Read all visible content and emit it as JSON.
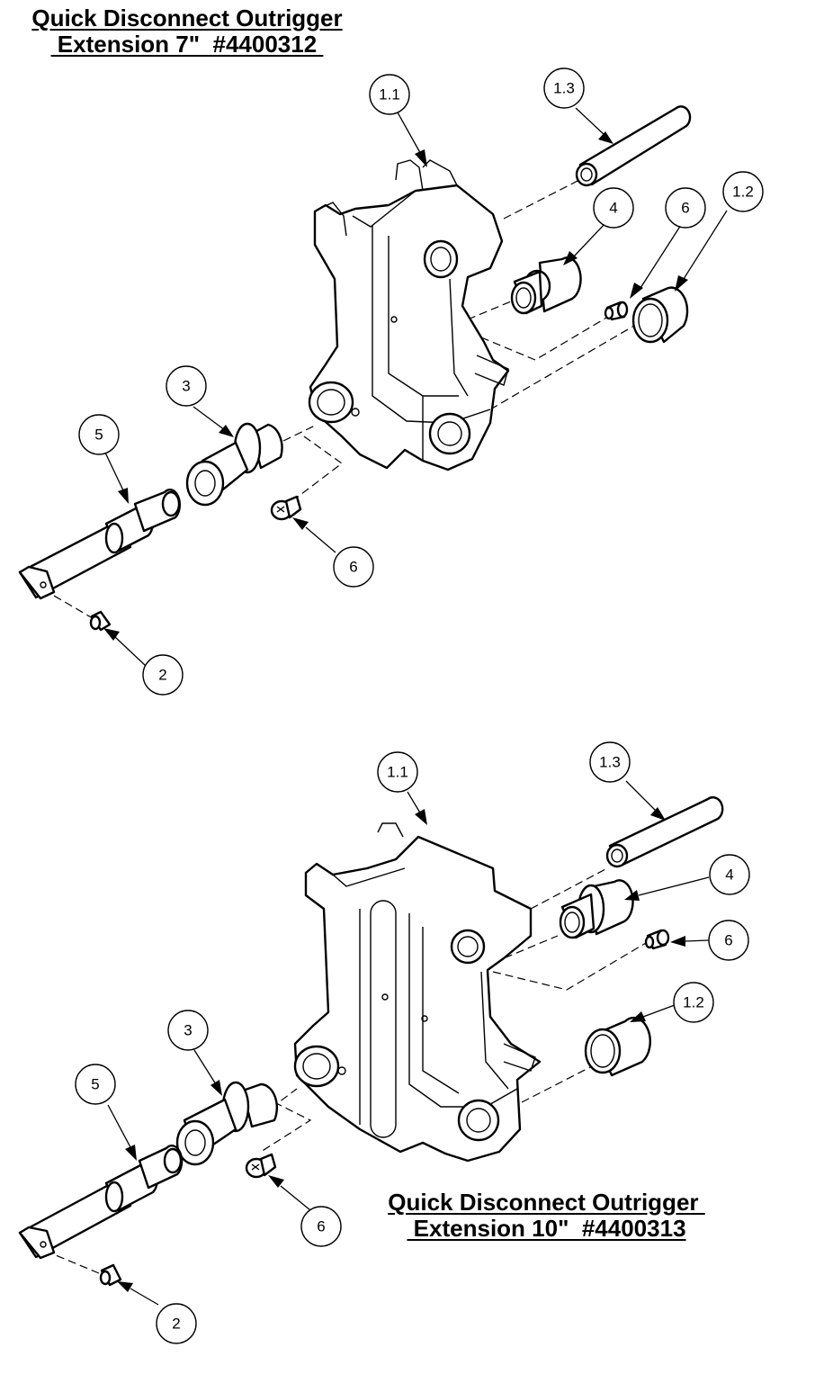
{
  "titles": {
    "top_line1": "Quick Disconnect Outrigger",
    "top_line2": " Extension 7\"  #4400312 ",
    "bottom_line1": "Quick Disconnect Outrigger ",
    "bottom_line2": " Extension 10\"  #4400313"
  },
  "top_assembly": {
    "balloons": [
      "1.1",
      "1.3",
      "4",
      "6",
      "1.2",
      "3",
      "5",
      "6",
      "2"
    ]
  },
  "bottom_assembly": {
    "balloons": [
      "1.1",
      "1.3",
      "4",
      "6",
      "1.2",
      "3",
      "5",
      "6",
      "2"
    ]
  }
}
